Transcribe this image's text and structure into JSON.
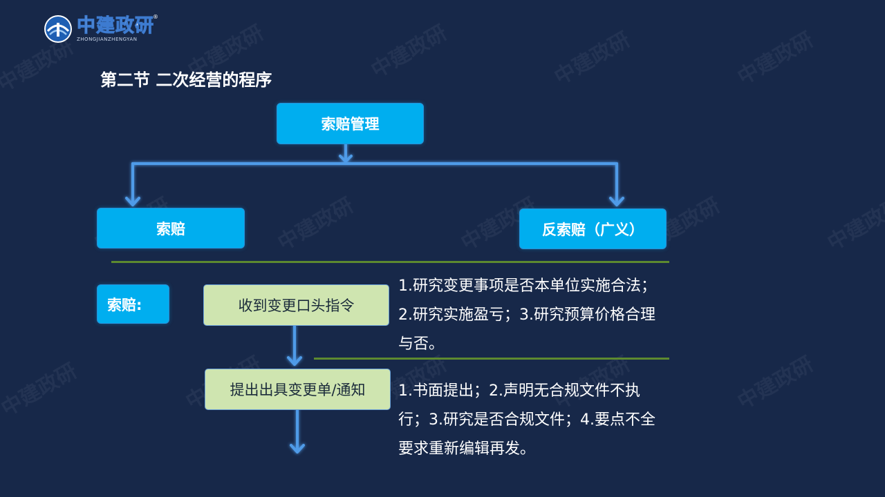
{
  "logo": {
    "name_cn": "中建政研",
    "name_en": "ZHONGJIANZHENGYAN",
    "registered_mark": "®"
  },
  "watermark_text": "中建政研",
  "page_title": "第二节 二次经营的程序",
  "tree": {
    "root": "索赔管理",
    "left": "索赔",
    "right": "反索赔（广义）"
  },
  "section_label": "索赔:",
  "steps": [
    {
      "label": "收到变更口头指令",
      "lines": [
        "1.研究变更事项是否本单位实施合法；",
        "2.研究实施盈亏；3.研究预算价格合理",
        "与否。"
      ]
    },
    {
      "label": "提出出具变更单/通知",
      "lines": [
        "1.书面提出；2.声明无合规文件不执",
        "行；3.研究是否合规文件；4.要点不全",
        "要求重新编辑再发。"
      ]
    }
  ],
  "colors": {
    "background": "#172849",
    "box_blue": "#00aeef",
    "box_green": "#cfe5b0",
    "connector": "#4f9be8",
    "rule": "#5d8a2f"
  }
}
